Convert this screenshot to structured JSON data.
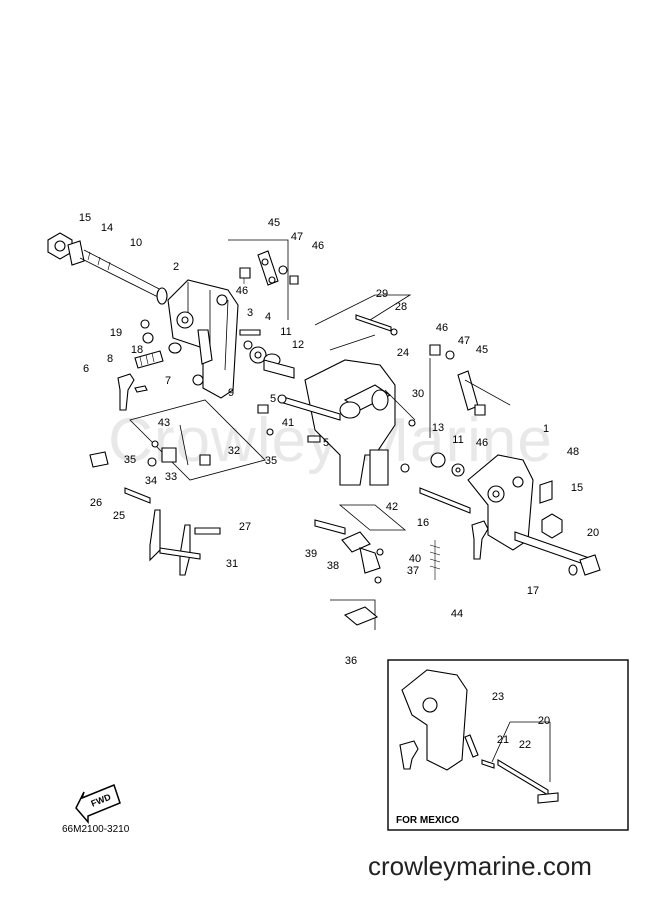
{
  "watermark_text": "Crowley Marine",
  "footer_text": "crowleymarine.com",
  "diagram_code": "66M2100-3210",
  "inset_label": "FOR MEXICO",
  "fwd_label": "FWD",
  "callouts": [
    "15",
    "14",
    "10",
    "2",
    "45",
    "47",
    "46",
    "46",
    "29",
    "28",
    "3",
    "4",
    "11",
    "12",
    "19",
    "18",
    "8",
    "6",
    "7",
    "9",
    "46",
    "47",
    "45",
    "24",
    "30",
    "5",
    "41",
    "1",
    "48",
    "13",
    "11",
    "15",
    "46",
    "43",
    "35",
    "33",
    "34",
    "32",
    "35",
    "5",
    "42",
    "16",
    "26",
    "25",
    "27",
    "31",
    "39",
    "38",
    "40",
    "37",
    "20",
    "17",
    "44",
    "36",
    "23",
    "21",
    "22",
    "20"
  ]
}
